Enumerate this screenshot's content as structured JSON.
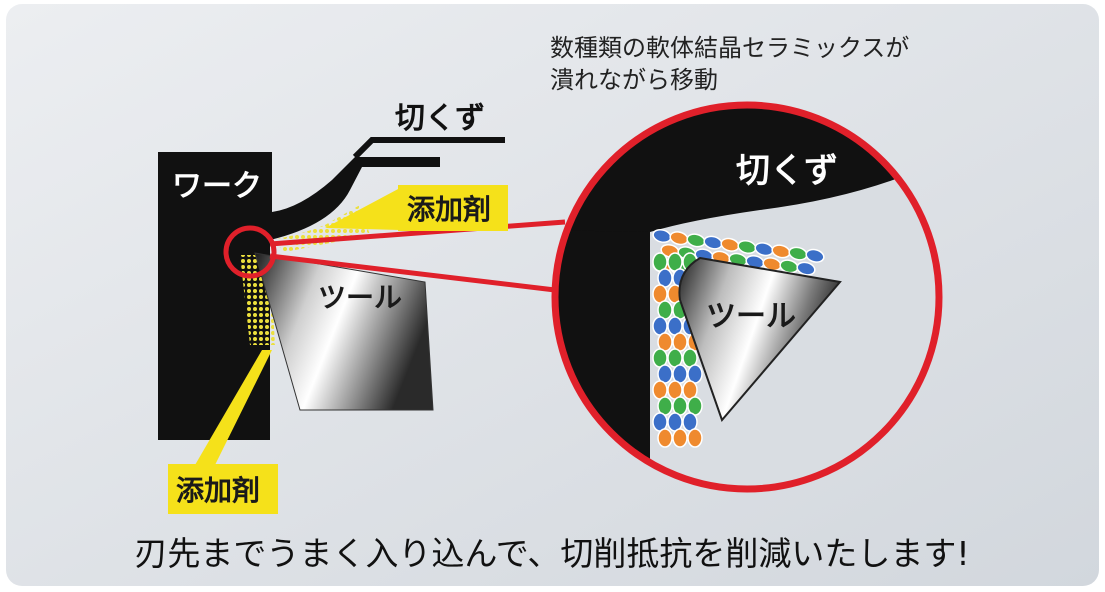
{
  "labels": {
    "work": "ワーク",
    "chips_small": "切くず",
    "additive_top": "添加剤",
    "tool_small": "ツール",
    "additive_bottom": "添加剤",
    "chips_zoom": "切くず",
    "tool_zoom": "ツール"
  },
  "annotation": {
    "line1": "数種類の軟体結晶セラミックスが",
    "line2": "潰れながら移動"
  },
  "caption": "刃先までうまく入り込んで、切削抵抗を削減いたします!",
  "colors": {
    "background": "#dfe3e8",
    "work_and_chips": "#111111",
    "additive_label_bg": "#f5e11a",
    "additive_particles": "#e8dc3a",
    "magnifier_ring": "#e0202a",
    "particle_blue": "#3b6fc8",
    "particle_orange": "#ef8a2e",
    "particle_green": "#3fae49"
  }
}
